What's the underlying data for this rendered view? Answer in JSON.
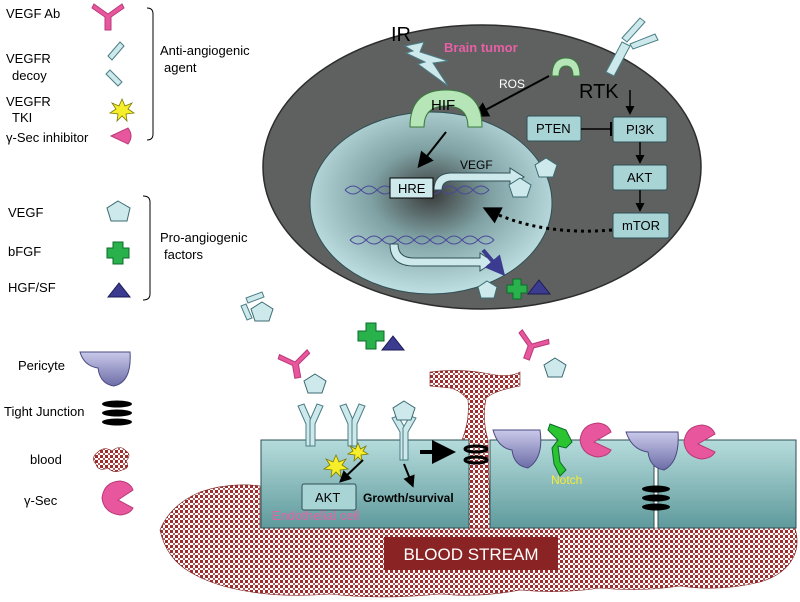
{
  "legend_agents": {
    "items": [
      {
        "label": "VEGF Ab",
        "icon": "vegf-antibody-icon"
      },
      {
        "label": "VEGFR",
        "icon": "vegfr-decoy-icon"
      },
      {
        "label": "decoy"
      },
      {
        "label": "VEGFR",
        "icon": "tki-starburst-icon"
      },
      {
        "label": "TKI"
      },
      {
        "label": "γ-Sec inhibitor",
        "icon": "gamma-sec-inhibitor-icon"
      }
    ],
    "group_label_line1": "Anti-angiogenic",
    "group_label_line2": "agent"
  },
  "legend_factors": {
    "items": [
      {
        "label": "VEGF",
        "icon": "pentagon-icon"
      },
      {
        "label": "bFGF",
        "icon": "cross-icon"
      },
      {
        "label": "HGF/SF",
        "icon": "triangle-icon"
      }
    ],
    "group_label_line1": "Pro-angiogenic",
    "group_label_line2": "factors"
  },
  "legend_structures": {
    "items": [
      {
        "label": "Pericyte",
        "icon": "pericyte-icon"
      },
      {
        "label": "Tight Junction",
        "icon": "tight-junction-icon"
      },
      {
        "label": "blood",
        "icon": "blood-icon"
      },
      {
        "label": "γ-Sec",
        "icon": "gamma-sec-icon"
      }
    ]
  },
  "tumor": {
    "ir": "IR",
    "title": "Brain tumor",
    "ros": "ROS",
    "rtk": "RTK",
    "hif": "HIF",
    "hre": "HRE",
    "vegf_gene": "VEGF",
    "pathway": [
      "PTEN",
      "PI3K",
      "AKT",
      "mTOR"
    ]
  },
  "endothelium": {
    "akt": "AKT",
    "growth": "Growth/survival",
    "cell_label": "Endothelial cell",
    "notch": "Notch"
  },
  "blood_stream": "BLOOD STREAM",
  "colors": {
    "tumor_fill": "#5f6161",
    "nucleus_fill": "#b9d9dc",
    "cell_fill": "#8ec3c3",
    "pink": "#e8579d",
    "pink_text": "#e85fa5",
    "blood": "#9b2d2d",
    "blood_label": "#8a2424",
    "yellow": "#f6ee2a",
    "green": "#29b24b",
    "navy": "#3b3b8f",
    "pericyte": "#8e8ec4"
  }
}
